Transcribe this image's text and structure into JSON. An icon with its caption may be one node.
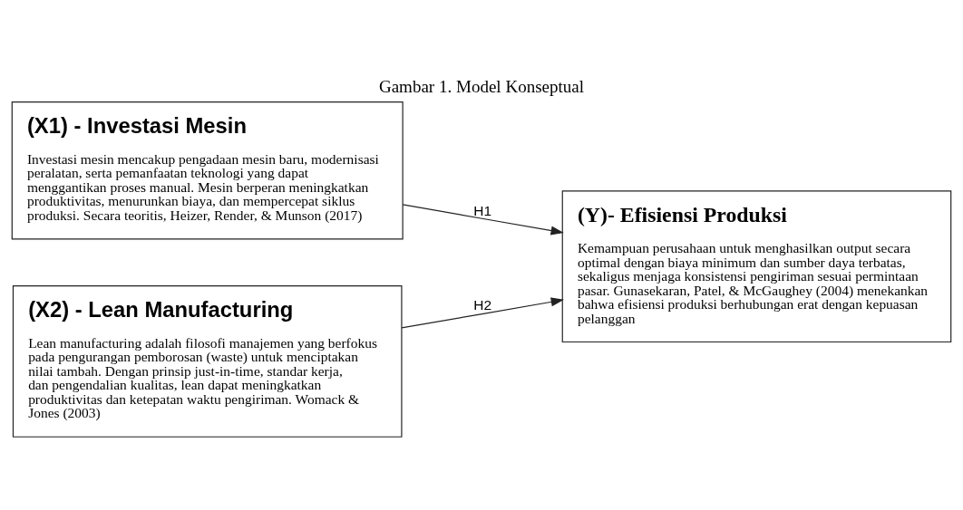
{
  "diagram": {
    "title": "Gambar 1. Model Konseptual",
    "nodes": [
      {
        "text": [
          "(X1) - Investasi Mesin",
          "Investasi mesin mencakup pengadaan mesin baru, modernisasi peralatan, serta pemanfaatan teknologi yang dapat menggantikan proses manual. Mesin berperan meningkatkan produktivitas, menurunkan biaya, dan mempercepat siklus produksi. Secara teoritis, Heizer, Render, & Munson (2017)"
        ]
      },
      {
        "text": [
          "(X2) - Lean Manufacturing",
          "Lean manufacturing adalah filosofi manajemen yang berfokus pada pengurangan pemborosan (waste) untuk menciptakan nilai tambah. Dengan prinsip just-in-time, standar kerja, dan pengendalian kualitas, lean dapat meningkatkan produktivitas dan ketepatan waktu pengiriman. Womack & Jones (2003)"
        ]
      },
      {
        "text": [
          "(Y)- Efisiensi Produksi",
          "Kemampuan perusahaan untuk menghasilkan output secara optimal dengan biaya minimum dan sumber daya terbatas, sekaligus menjaga konsistensi pengiriman sesuai permintaan pasar. Gunasekaran, Patel, & McGaughey (2004) menekankan bahwa efisiensi produksi berhubungan erat dengan kepuasan pelanggan"
        ]
      }
    ],
    "edges": [
      {
        "from": 0,
        "to": 2,
        "arrow": "to",
        "label": "H1"
      },
      {
        "from": 1,
        "to": 2,
        "arrow": "to",
        "label": "H2"
      }
    ]
  }
}
